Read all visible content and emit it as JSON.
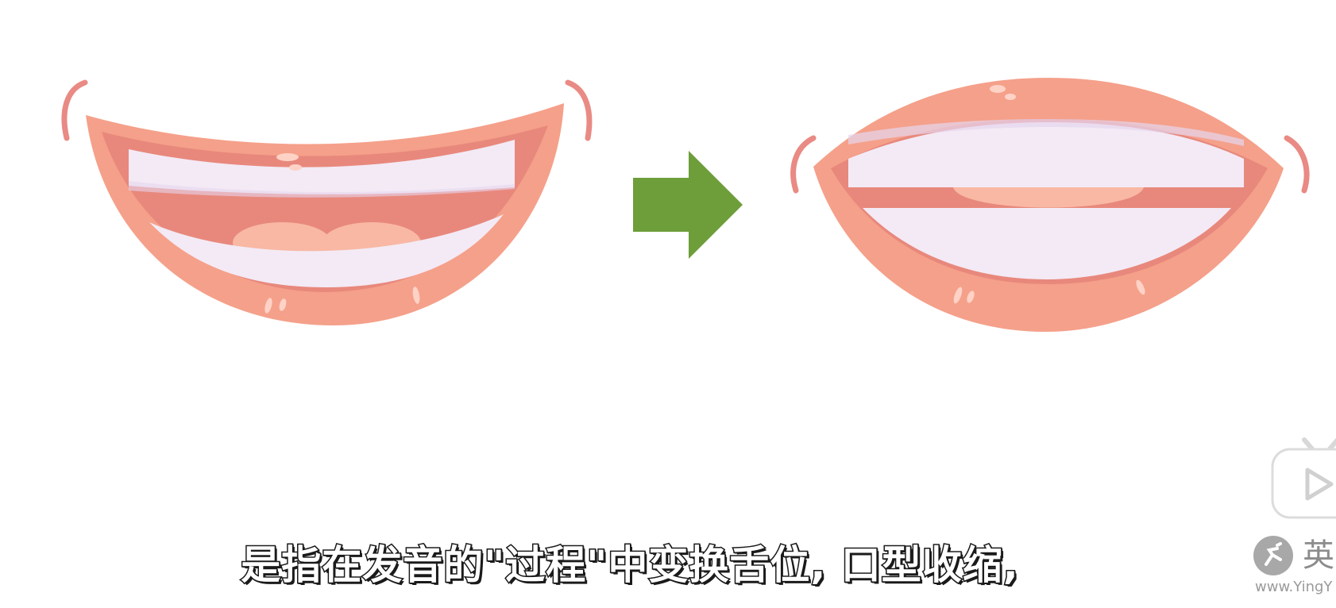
{
  "subtitle": {
    "text": "是指在发音的\"过程\"中变换舌位, 口型收缩,"
  },
  "illustration": {
    "left_figure": "smiling-open-mouth",
    "right_figure": "oval-open-mouth",
    "transition_icon": "arrow-right-icon",
    "colors": {
      "lip": "#f5a08a",
      "lip_dark": "#e8867a",
      "mouth_inner": "#e8887c",
      "teeth": "#f3eaf5",
      "tongue": "#f9b8a4",
      "dimple": "#e98a84",
      "arrow": "#6d9e3a"
    }
  },
  "player": {
    "play_icon": "play-icon"
  },
  "watermark": {
    "logo_icon": "runner-logo-icon",
    "title": "英",
    "url": "www.YingY"
  }
}
